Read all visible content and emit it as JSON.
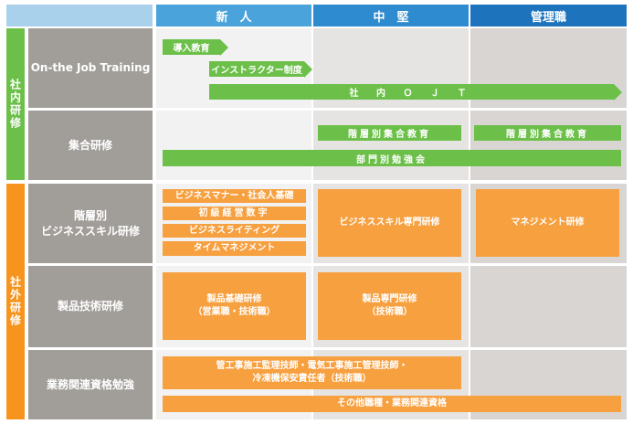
{
  "headers": {
    "new": "新　人",
    "mid": "中　堅",
    "mgr": "管理職"
  },
  "categories": {
    "internal": "社内研修",
    "external": "社外研修"
  },
  "rows": {
    "ojt": "On-the Job Training",
    "group": "集合研修",
    "level": "階層別\nビジネススキル研修",
    "product": "製品技術研修",
    "cert": "業務関連資格勉強"
  },
  "bars": {
    "intro": "導入教育",
    "instructor": "インストラクター制度",
    "ojt": "社 内 Ｏ Ｊ Ｔ",
    "tier_mid": "階層別集合教育",
    "tier_mgr": "階層別集合教育",
    "dept": "部門別勉強会",
    "manner": "ビジネスマナー・社会人基礎",
    "numbers": "初級経営数字",
    "writing": "ビジネスライティング",
    "time": "タイムマネジメント",
    "bizskill": "ビジネススキル専門研修",
    "mgmt": "マネジメント研修",
    "prod_basic": "製品基礎研修\n（営業職・技術職）",
    "prod_pro": "製品専門研修\n（技術職）",
    "cert_main": "管工事施工監理技師・電気工事施工管理技師・\n冷凍機保安責任者（技術職）",
    "cert_other": "その他職種・業務関連資格"
  },
  "colors": {
    "green": "#6cc04a",
    "orange": "#f7941d",
    "header_blue": "#2f8bcf",
    "row_label_gray": "#a19d99"
  }
}
